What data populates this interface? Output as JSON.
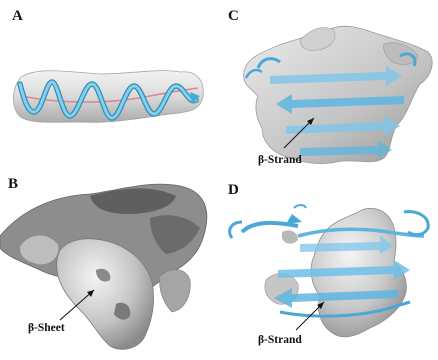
{
  "figure": {
    "panels": [
      {
        "id": "A",
        "letter": "A"
      },
      {
        "id": "B",
        "letter": "B",
        "callout": "β-Sheet"
      },
      {
        "id": "C",
        "letter": "C",
        "callout": "β-Strand"
      },
      {
        "id": "D",
        "letter": "D",
        "callout": "β-Strand"
      }
    ]
  },
  "colors": {
    "density_light": "#d7d7d7",
    "density_mid": "#a9a9a9",
    "density_dark": "#5f5f5f",
    "helix_blue": "#6ec3e6",
    "helix_dark_blue": "#2f8fb8",
    "axis_red": "#e06a6a"
  }
}
